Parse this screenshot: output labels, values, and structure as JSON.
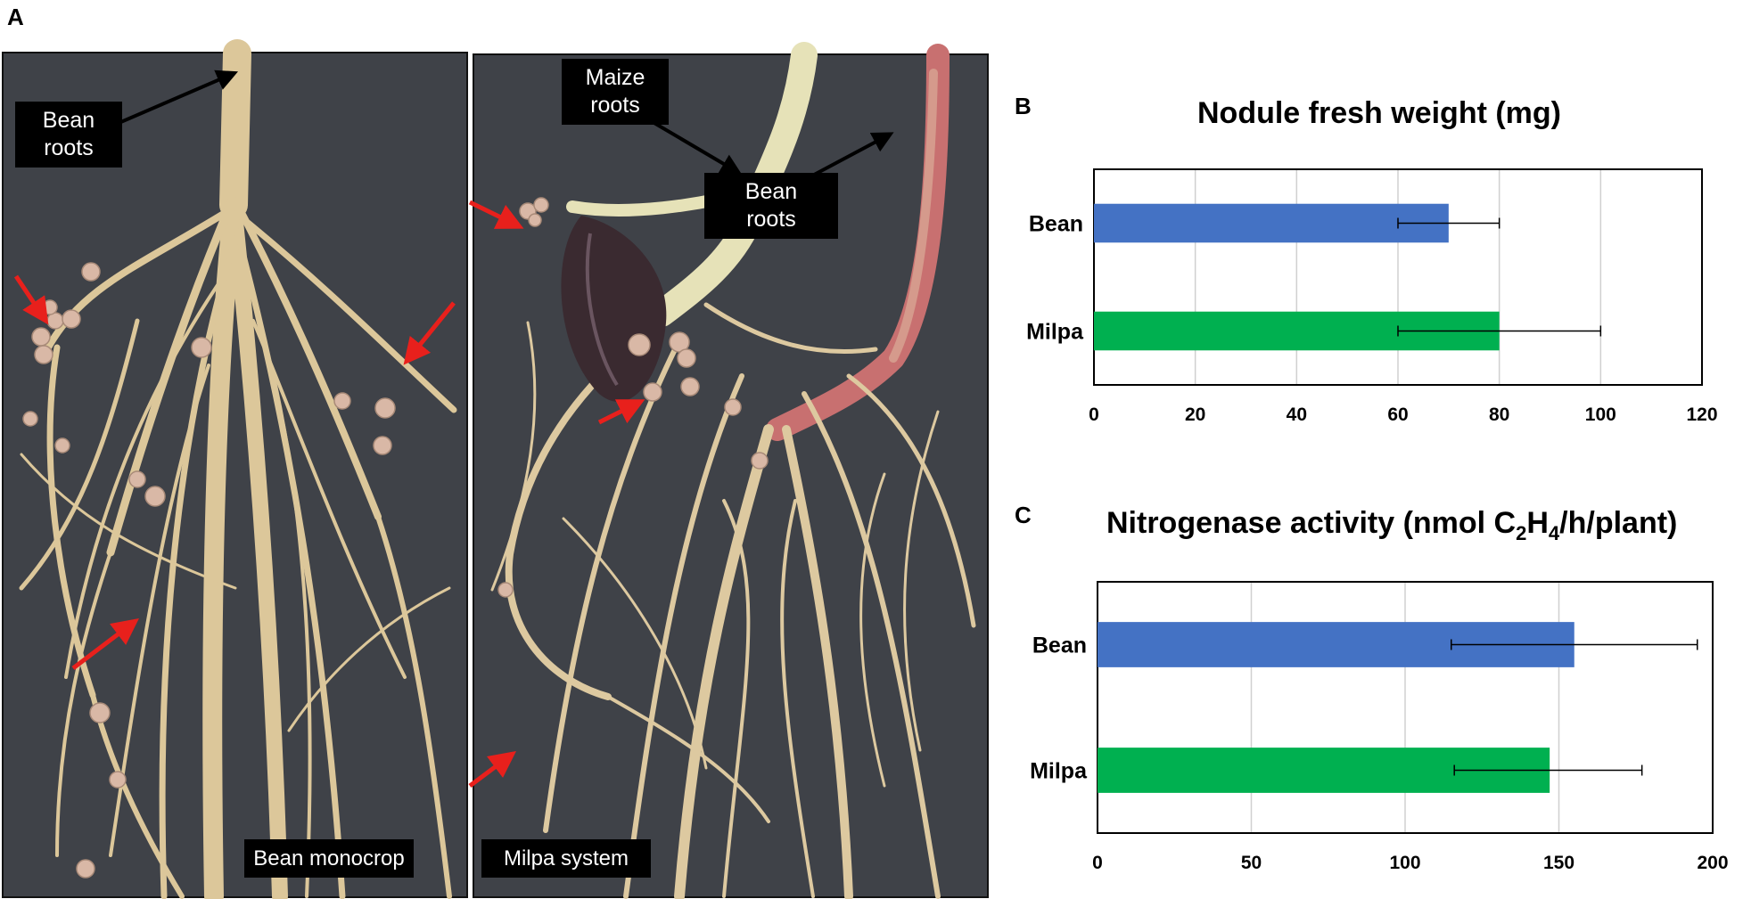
{
  "panels": {
    "a": "A",
    "b": "B",
    "c": "C"
  },
  "photos": {
    "left": {
      "roots_label": "Bean\nroots",
      "caption": "Bean monocrop",
      "colors": {
        "background": "#3f4248",
        "root": "#dcc79a",
        "nodule": "#d9b8a6",
        "arrow_red": "#e8201c",
        "arrow_black": "#000000"
      },
      "icons": [
        "red-arrow-icon",
        "black-arrow-icon"
      ]
    },
    "right": {
      "maize_label": "Maize\nroots",
      "bean_label": "Bean\nroots",
      "caption": "Milpa system",
      "colors": {
        "background": "#3f4248",
        "root": "#ddc9a0",
        "maize_root": "#e6e2b8",
        "bean_stem": "#c87070",
        "seed": "#3a2a30",
        "arrow_red": "#e8201c"
      },
      "icons": [
        "red-arrow-icon",
        "black-arrow-icon"
      ]
    }
  },
  "chart_data": [
    {
      "type": "bar",
      "orientation": "horizontal",
      "title": "Nodule fresh weight (mg)",
      "categories": [
        "Bean",
        "Milpa"
      ],
      "values": [
        70,
        80
      ],
      "error": [
        [
          60,
          80
        ],
        [
          60,
          100
        ]
      ],
      "colors": [
        "#4472c4",
        "#00b050"
      ],
      "xlim": [
        0,
        120
      ],
      "xticks": [
        0,
        20,
        40,
        60,
        80,
        100,
        120
      ],
      "grid": "vertical"
    },
    {
      "type": "bar",
      "orientation": "horizontal",
      "title_parts": [
        "Nitrogenase activity (nmol C",
        "2",
        "H",
        "4",
        "/h/plant)"
      ],
      "categories": [
        "Bean",
        "Milpa"
      ],
      "values": [
        155,
        147
      ],
      "error": [
        [
          115,
          195
        ],
        [
          116,
          177
        ]
      ],
      "colors": [
        "#4472c4",
        "#00b050"
      ],
      "xlim": [
        0,
        200
      ],
      "xticks": [
        0,
        50,
        100,
        150,
        200
      ],
      "grid": "vertical"
    }
  ]
}
